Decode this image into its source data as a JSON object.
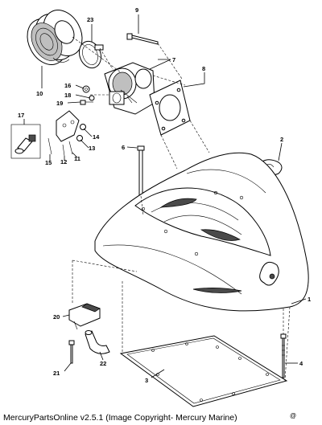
{
  "callouts": [
    {
      "id": "1",
      "text": "1"
    },
    {
      "id": "2",
      "text": "2"
    },
    {
      "id": "3",
      "text": "3"
    },
    {
      "id": "4",
      "text": "4"
    },
    {
      "id": "6",
      "text": "6"
    },
    {
      "id": "7",
      "text": "7"
    },
    {
      "id": "8",
      "text": "8"
    },
    {
      "id": "9",
      "text": "9"
    },
    {
      "id": "10",
      "text": "10"
    },
    {
      "id": "11",
      "text": "11"
    },
    {
      "id": "12",
      "text": "12"
    },
    {
      "id": "13",
      "text": "13"
    },
    {
      "id": "14",
      "text": "14"
    },
    {
      "id": "15",
      "text": "15"
    },
    {
      "id": "16",
      "text": "16"
    },
    {
      "id": "17",
      "text": "17"
    },
    {
      "id": "18",
      "text": "18"
    },
    {
      "id": "19",
      "text": "19"
    },
    {
      "id": "20",
      "text": "20"
    },
    {
      "id": "21",
      "text": "21"
    },
    {
      "id": "22",
      "text": "22"
    },
    {
      "id": "23",
      "text": "23"
    }
  ],
  "footer": {
    "text": "MercuryPartsOnline v2.5.1 (Image Copyright- Mercury Marine)"
  },
  "corner_mark": "@"
}
